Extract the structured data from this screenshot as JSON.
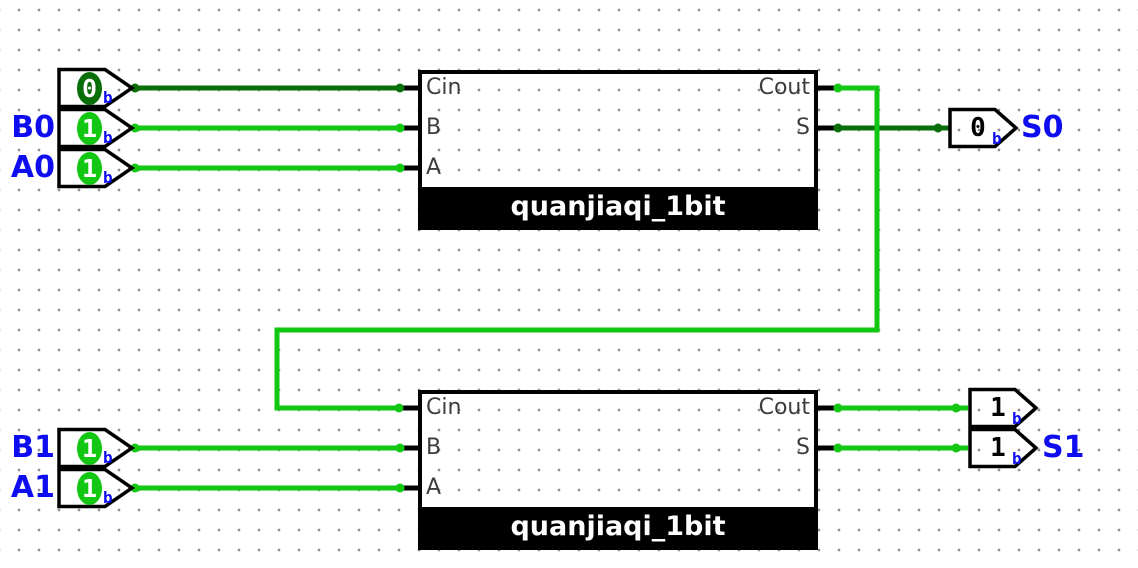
{
  "app": {
    "view": "logic-circuit-canvas",
    "grid_style": "dots"
  },
  "colors": {
    "wire_high": "#12c712",
    "wire_low": "#086e08",
    "pin_label_blue": "#0d0df0",
    "port_label_gray": "#3c3c3c",
    "component_footer_bg": "#000000",
    "component_title_color": "#ffffff",
    "canvas_bg": "#ffffff"
  },
  "components": [
    {
      "id": "adder0",
      "title": "quanjiaqi_1bit",
      "ports": {
        "inputs": [
          "Cin",
          "B",
          "A"
        ],
        "outputs": [
          "Cout",
          "S"
        ]
      }
    },
    {
      "id": "adder1",
      "title": "quanjiaqi_1bit",
      "ports": {
        "inputs": [
          "Cin",
          "B",
          "A"
        ],
        "outputs": [
          "Cout",
          "S"
        ]
      }
    }
  ],
  "input_pins": [
    {
      "label": "",
      "value": "0",
      "radix": "b",
      "state": "low"
    },
    {
      "label": "B0",
      "value": "1",
      "radix": "b",
      "state": "high"
    },
    {
      "label": "A0",
      "value": "1",
      "radix": "b",
      "state": "high"
    },
    {
      "label": "B1",
      "value": "1",
      "radix": "b",
      "state": "high"
    },
    {
      "label": "A1",
      "value": "1",
      "radix": "b",
      "state": "high"
    }
  ],
  "output_pins": [
    {
      "label": "S0",
      "value": "0",
      "radix": "b",
      "state": "low"
    },
    {
      "label": "",
      "value": "1",
      "radix": "b",
      "state": "high"
    },
    {
      "label": "S1",
      "value": "1",
      "radix": "b",
      "state": "high"
    }
  ]
}
